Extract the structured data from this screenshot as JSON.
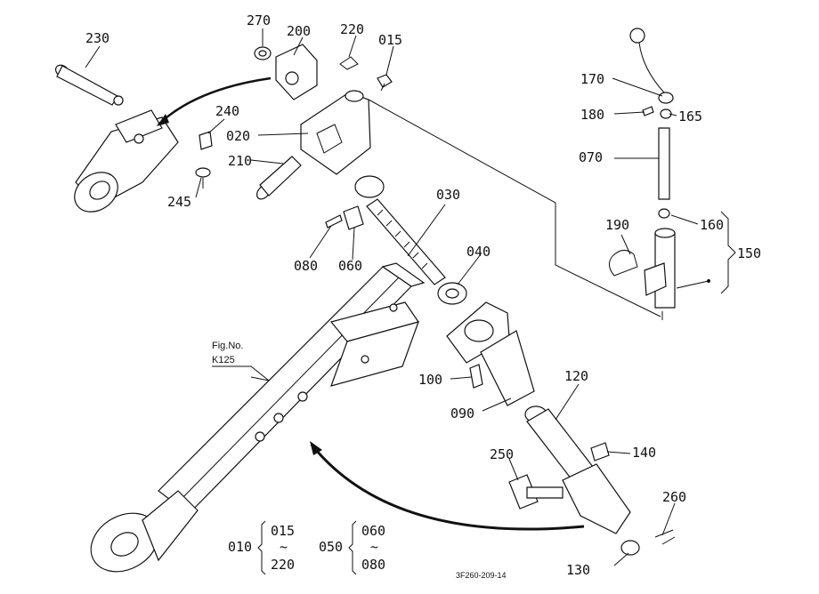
{
  "figure": {
    "label_line1": "Fig.No.",
    "label_line2": "K125",
    "code": "3F260-209-14"
  },
  "callouts": {
    "p230": "230",
    "p270": "270",
    "p200": "200",
    "p220": "220",
    "p015": "015",
    "p240": "240",
    "p020": "020",
    "p210": "210",
    "p245": "245",
    "p080": "080",
    "p060": "060",
    "p030": "030",
    "p040": "040",
    "p100": "100",
    "p090": "090",
    "p120": "120",
    "p250": "250",
    "p140": "140",
    "p260": "260",
    "p130": "130",
    "p170": "170",
    "p180": "180",
    "p165": "165",
    "p070": "070",
    "p190": "190",
    "p160": "160",
    "p150": "150"
  },
  "groups": {
    "g010": {
      "id": "010",
      "from": "015",
      "sep": "~",
      "to": "220"
    },
    "g050": {
      "id": "050",
      "from": "060",
      "sep": "~",
      "to": "080"
    }
  }
}
